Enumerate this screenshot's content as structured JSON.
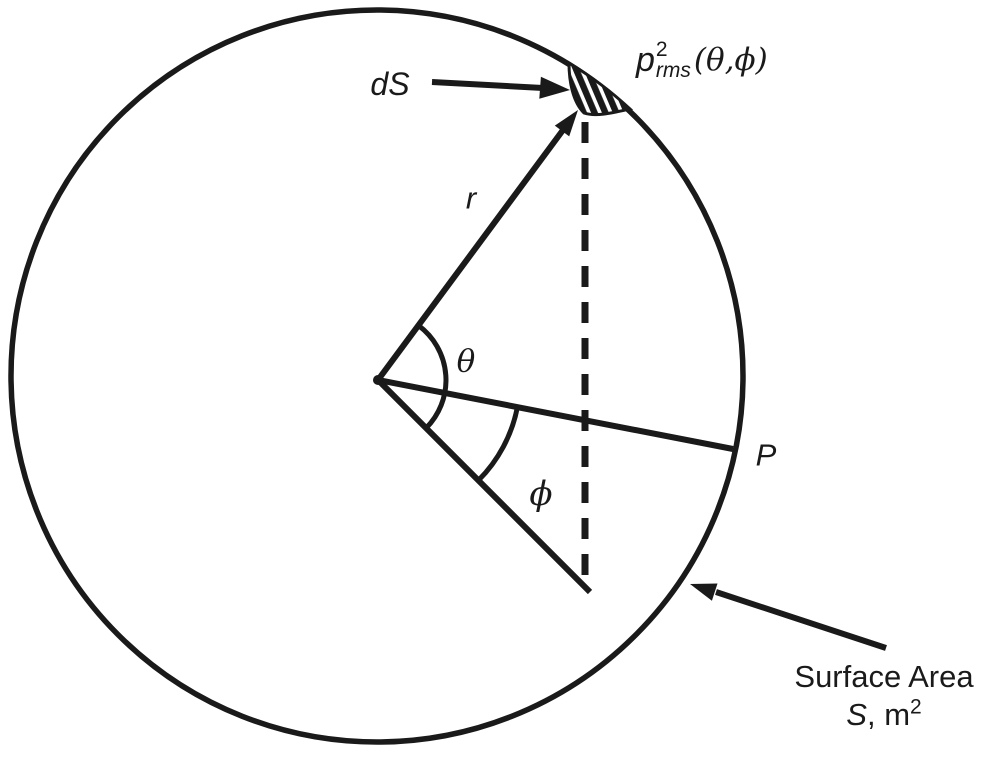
{
  "colors": {
    "ink": "#1a1a1a",
    "background": "#ffffff",
    "hatch_stripe": "#ffffff"
  },
  "labels": {
    "surface_element": "dS",
    "radius": "r",
    "theta": "θ",
    "phi": "ϕ",
    "point": "P",
    "pressure": {
      "base": "p",
      "sup": "2",
      "sub": "rms",
      "args": "(θ,ϕ)"
    },
    "surface_area": {
      "line1": "Surface Area",
      "symbol": "S",
      "unit": ", m",
      "unit_sup": "2"
    }
  }
}
